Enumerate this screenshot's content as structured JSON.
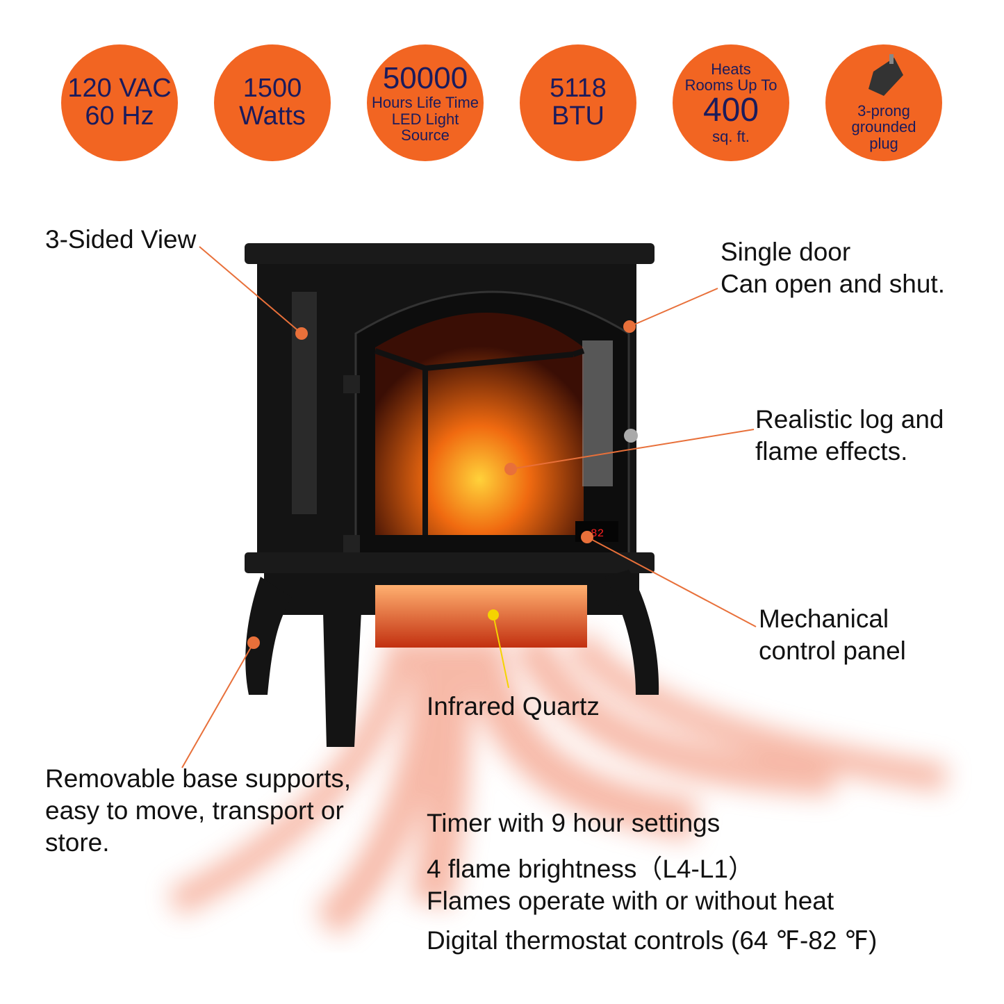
{
  "badges": [
    {
      "lines": [
        "120 VAC",
        "60 Hz"
      ]
    },
    {
      "lines": [
        "1500",
        "Watts"
      ]
    },
    {
      "big": "50000",
      "lines": [
        "Hours Life Time",
        "LED Light",
        "Source"
      ]
    },
    {
      "lines": [
        "5118",
        "BTU"
      ]
    },
    {
      "top": [
        "Heats",
        "Rooms Up To"
      ],
      "big": "400",
      "bottom": "sq. ft."
    },
    {
      "icon": "plug-icon",
      "lines": [
        "3-prong",
        "grounded",
        "plug"
      ]
    }
  ],
  "callouts": {
    "three_sided": "3-Sided View",
    "door": [
      "Single door",
      "Can open and shut."
    ],
    "flame": [
      "Realistic log and",
      "flame effects."
    ],
    "control": [
      "Mechanical",
      "control panel"
    ],
    "infrared": "Infrared Quartz",
    "base": [
      "Removable base supports,",
      "easy to move, transport or",
      "store."
    ]
  },
  "display_readout": "82",
  "features": [
    "Timer with 9 hour settings",
    "4 flame brightness（L4-L1）",
    "Flames operate with or without heat",
    "Digital thermostat controls (64 ℉-82 ℉)"
  ],
  "colors": {
    "badge": "#F26522",
    "badge_text": "#1b1b5c",
    "leader": "#E8703A",
    "infrared_leader": "#F5D400",
    "heat": "#F08060"
  }
}
